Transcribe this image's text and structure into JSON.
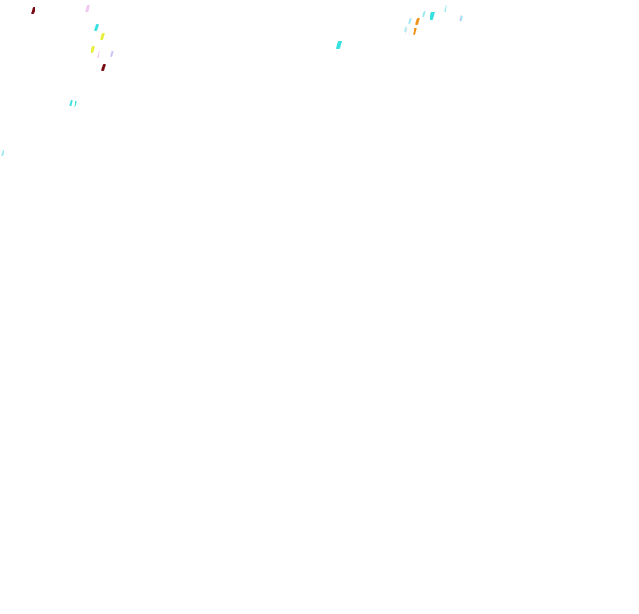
{
  "palette": {
    "background": "#ffffff",
    "dark_red": "#7a0a12",
    "cyan": "#38e0e0",
    "light_cyan": "#9ee8ef",
    "yellow": "#e7ef3a",
    "pink": "#f2c7f2",
    "lavender": "#c9c3f2",
    "orange": "#f0941e",
    "light_grey": "#e8e8f0"
  },
  "streaks": [
    {
      "color": "dark_red"
    },
    {
      "color": "pink"
    },
    {
      "color": "cyan"
    },
    {
      "color": "yellow"
    },
    {
      "color": "yellow"
    },
    {
      "color": "pink"
    },
    {
      "color": "lavender"
    },
    {
      "color": "dark_red"
    },
    {
      "color": "cyan"
    },
    {
      "color": "cyan"
    },
    {
      "color": "light_cyan"
    },
    {
      "color": "cyan"
    },
    {
      "color": "light_cyan"
    },
    {
      "color": "light_cyan"
    },
    {
      "color": "cyan"
    },
    {
      "color": "light_cyan"
    },
    {
      "color": "lavender"
    },
    {
      "color": "light_cyan"
    },
    {
      "color": "orange"
    },
    {
      "color": "orange"
    },
    {
      "color": "light_grey"
    },
    {
      "color": "light_cyan"
    }
  ]
}
